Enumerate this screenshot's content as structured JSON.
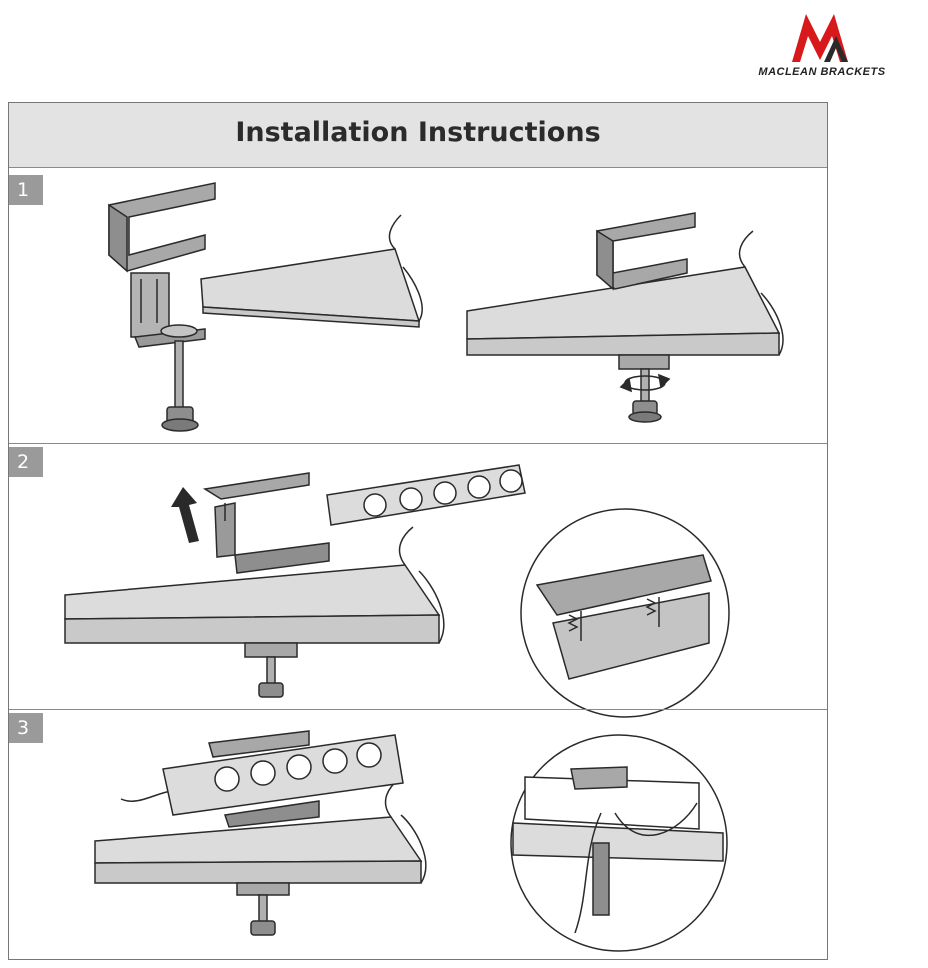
{
  "brand": {
    "name": "MACLEAN BRACKETS",
    "mark_color": "#d7191c"
  },
  "header": {
    "title": "Installation Instructions"
  },
  "steps": [
    {
      "number": "1"
    },
    {
      "number": "2"
    },
    {
      "number": "3"
    }
  ],
  "colors": {
    "band": "#e3e3e3",
    "badge": "#9a9a9a",
    "desk": "#c9c9c9",
    "metal": "#a8a8a8",
    "line": "#2a2a2a"
  }
}
